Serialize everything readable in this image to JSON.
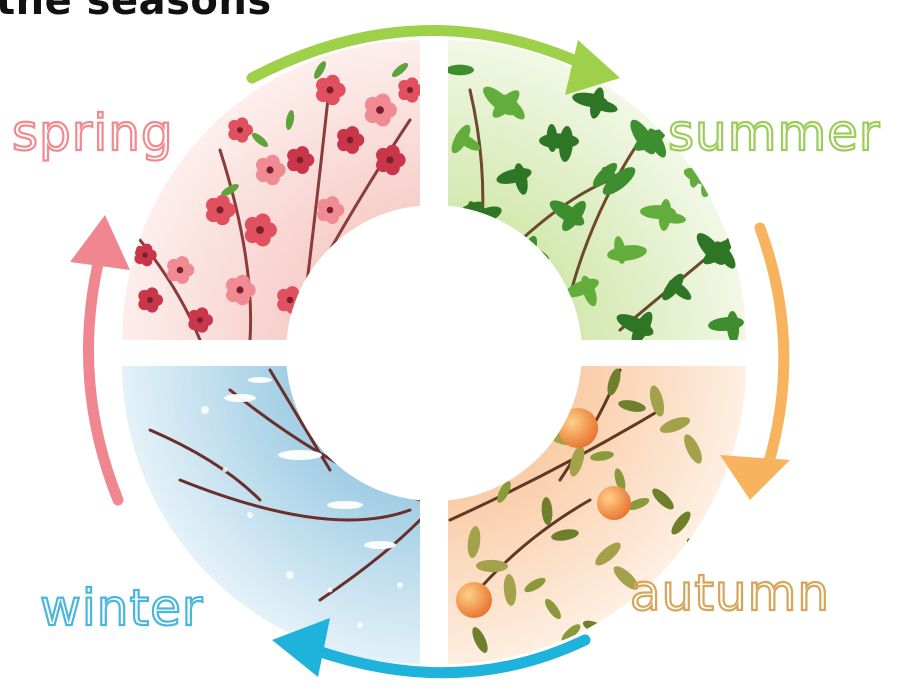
{
  "title": "the seasons",
  "seasons": {
    "spring": {
      "label": "spring",
      "color": "#f08a8f"
    },
    "summer": {
      "label": "summer",
      "color": "#9ccc5a"
    },
    "autumn": {
      "label": "autumn",
      "color": "#d7a55a"
    },
    "winter": {
      "label": "winter",
      "color": "#49b6dc"
    }
  },
  "arrows": {
    "spring_to_summer": "#9fd04a",
    "summer_to_autumn": "#f7b35d",
    "autumn_to_winter": "#1fb3dc",
    "winter_to_spring": "#f08790"
  }
}
